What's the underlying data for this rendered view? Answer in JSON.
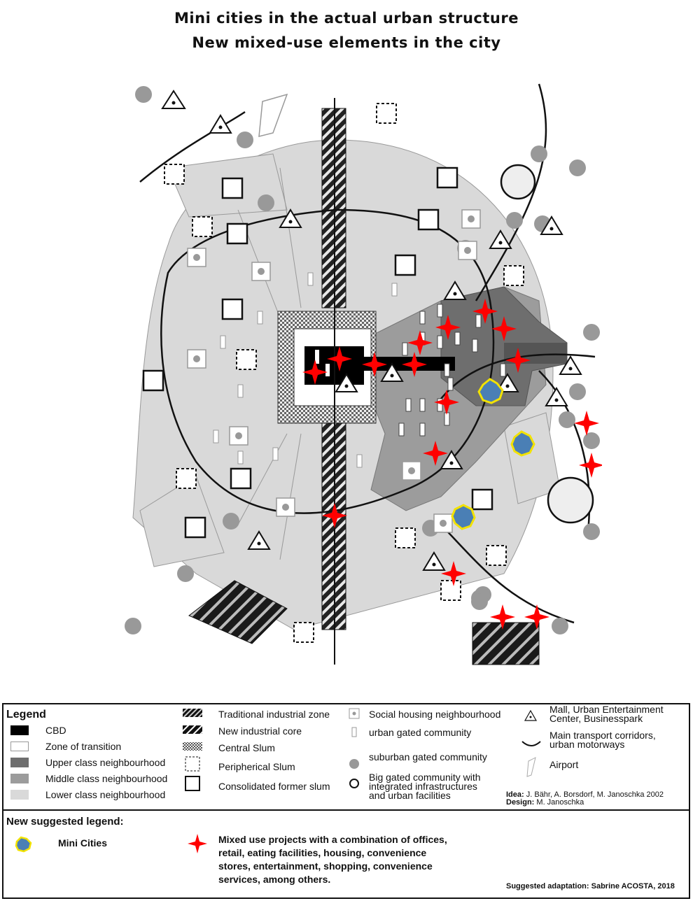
{
  "title_line1": "Mini cities in the actual urban structure",
  "title_line2": "New mixed-use elements in the city",
  "colors": {
    "cbd": "#000000",
    "transition": "#ffffff",
    "upper": "#6e6e6e",
    "middle": "#9c9c9c",
    "lower": "#d9d9d9",
    "mixed_use_star": "#ff0000",
    "mini_city": "#4a7fb5",
    "mini_city_outline": "#f2e200"
  },
  "legend": {
    "heading": "Legend",
    "zones": [
      {
        "label": "CBD",
        "color": "#000000"
      },
      {
        "label": "Zone of transition",
        "color": "#ffffff"
      },
      {
        "label": "Upper class neighbourhood",
        "color": "#6e6e6e"
      },
      {
        "label": "Middle class neighbourhood",
        "color": "#9c9c9c"
      },
      {
        "label": "Lower class neighbourhood",
        "color": "#d9d9d9"
      }
    ],
    "col2": [
      "Traditional industrial zone",
      "New industrial core",
      "Central Slum",
      "Peripherical Slum",
      "Consolidated former slum"
    ],
    "col3": [
      "Social housing neighbourhood",
      "urban gated community",
      "suburban gated community",
      "Big gated community with",
      "integrated infrastructures",
      "and urban facilities"
    ],
    "col4": [
      "Mall, Urban Entertainment",
      "Center, Businesspark",
      "Main transport corridors,",
      "urban motorways",
      "Airport"
    ],
    "idea_label": "Idea:",
    "idea_text": " J. Bähr, A. Borsdorf, M. Janoschka 2002",
    "design_label": "Design:",
    "design_text": " M. Janoschka",
    "new_heading": "New suggested legend:",
    "mini_cities": "Mini Cities",
    "mixed_use": [
      "Mixed use projects with a combination of offices,",
      "retail, eating facilities, housing, convenience",
      "stores, entertainment, shopping, convenience",
      "services, among others."
    ],
    "adaptation": "Suggested adaptation: Sabrine ACOSTA, 2018"
  }
}
